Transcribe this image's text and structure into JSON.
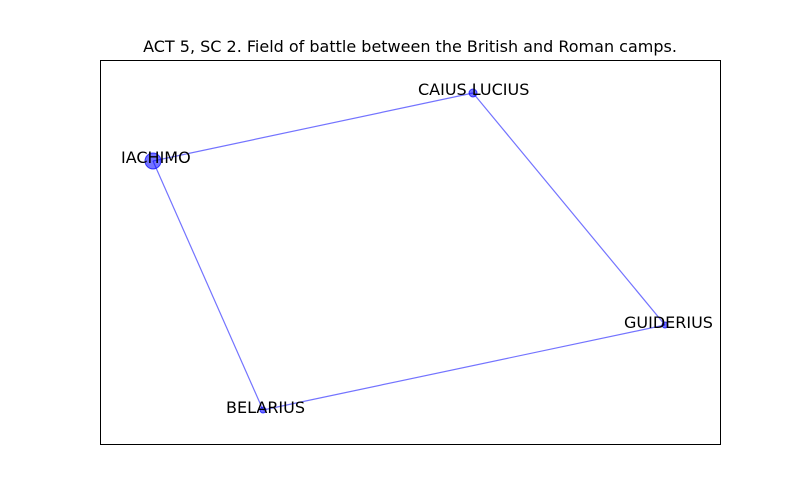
{
  "title": "ACT 5, SC 2. Field of battle between the British and Roman camps.",
  "colors": {
    "node": "#0000ff",
    "edge": "#0000ff",
    "frame": "#000000",
    "background": "#ffffff"
  },
  "graph": {
    "nodes": [
      {
        "id": "IACHIMO",
        "label": "IACHIMO",
        "weight": 3
      },
      {
        "id": "CAIUS_LUCIUS",
        "label": "CAIUS LUCIUS",
        "weight": 1.5
      },
      {
        "id": "GUIDERIUS",
        "label": "GUIDERIUS",
        "weight": 1
      },
      {
        "id": "BELARIUS",
        "label": "BELARIUS",
        "weight": 1
      }
    ],
    "edges": [
      {
        "source": "IACHIMO",
        "target": "CAIUS_LUCIUS"
      },
      {
        "source": "CAIUS_LUCIUS",
        "target": "GUIDERIUS"
      },
      {
        "source": "GUIDERIUS",
        "target": "BELARIUS"
      },
      {
        "source": "BELARIUS",
        "target": "IACHIMO"
      }
    ]
  }
}
